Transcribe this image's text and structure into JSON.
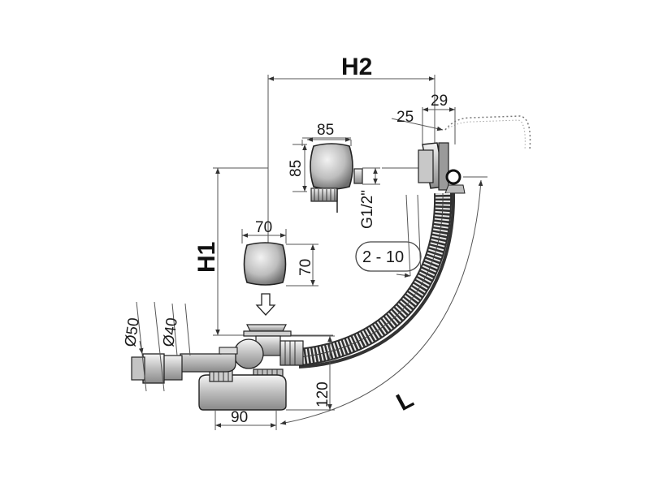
{
  "diagram": {
    "labels": {
      "h2": "H2",
      "h1": "H1",
      "l": "L",
      "d29": "29",
      "d25": "25",
      "d85_w": "85",
      "d85_h": "85",
      "thread": "G1/2\"",
      "range": "2 - 10",
      "d70_w": "70",
      "d70_h": "70",
      "dia50": "Ø50",
      "dia40": "Ø40",
      "d120": "120",
      "d90": "90"
    },
    "colors": {
      "line": "#555555",
      "part_fill": "#d9d9d9",
      "part_stroke": "#2a2a2a",
      "hose": "#3a3a3a"
    }
  }
}
